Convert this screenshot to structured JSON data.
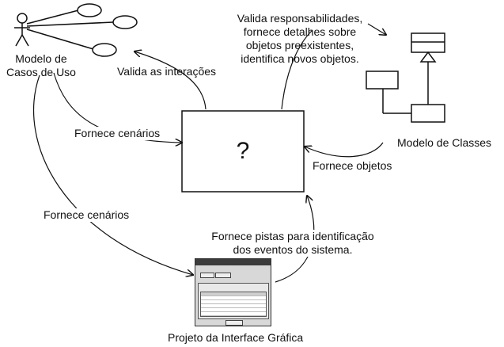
{
  "labels": {
    "use_case_model": "Modelo de\nCasos de Uso",
    "validates_interactions": "Valida as interações",
    "validates_responsibilities": "Valida responsabilidades,\nfornece detalhes sobre\nobjetos preexistentes,\nidentifica novos objetos.",
    "class_model": "Modelo de Classes",
    "provides_scenarios_top": "Fornece cenários",
    "question_mark": "?",
    "provides_objects": "Fornece objetos",
    "provides_scenarios_bottom": "Fornece cenários",
    "provides_clues": "Fornece pistas para identificação\ndos eventos do sistema.",
    "gui_project": "Projeto da Interface Gráfica"
  }
}
